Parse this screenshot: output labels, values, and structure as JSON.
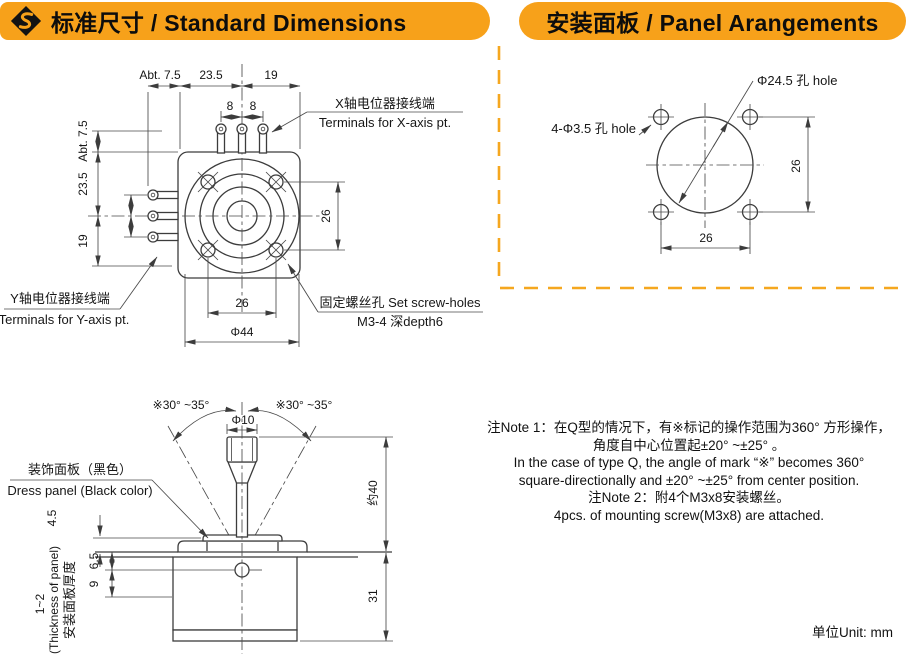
{
  "meta": {
    "accent_orange": "#F7A11A",
    "divider_orange": "#F5A71F",
    "line_color": "#3c3c3c",
    "logo_icon": "diamond-s-logo"
  },
  "header_left": {
    "title": "标准尺寸 / Standard Dimensions"
  },
  "header_right": {
    "title": "安装面板 / Panel Arangements"
  },
  "top_view": {
    "dim_abt75_top": "Abt. 7.5",
    "dim_235_top": "23.5",
    "dim_19_top": "19",
    "dim_8_left": "8",
    "dim_8_right": "8",
    "dim_abt75_side": "Abt. 7.5",
    "dim_235_side": "23.5",
    "dim_19_side": "19",
    "dim_26_right": "26",
    "dim_26_bottom": "26",
    "dim_phi44": "Φ44",
    "label_x_cn": "X轴电位器接线端",
    "label_x_en": "Terminals for X-axis pt.",
    "label_y_cn": "Y轴电位器接线端",
    "label_y_en": "Terminals for Y-axis pt.",
    "label_screw_cn": "固定螺丝孔 Set screw-holes",
    "label_screw_en": "M3-4 深depth6"
  },
  "panel_view": {
    "label_center_hole": "Φ24.5 孔 hole",
    "label_corner_holes": "4-Φ3.5 孔 hole",
    "dim_26_right": "26",
    "dim_26_bottom": "26"
  },
  "side_view": {
    "angle_left": "※30° ~35°",
    "angle_right": "※30° ~35°",
    "dim_phi10": "Φ10",
    "dim_40": "约40",
    "dim_31": "31",
    "dim_45": "4.5",
    "dim_65": "6.5",
    "dim_9": "9",
    "label_dress_cn": "装饰面板（黑色）",
    "label_dress_en": "Dress panel (Black color)",
    "label_thickness_cn": "安装面板厚度",
    "label_thickness_en": "(Thickness of panel)",
    "label_thickness_val": "1~2"
  },
  "notes": {
    "lines": [
      "注Note 1：在Q型的情况下，有※标记的操作范围为360° 方形操作，",
      "角度自中心位置起±20° ~±25° 。",
      "In the case of type Q, the angle of mark “※” becomes 360°",
      "square-directionally and ±20° ~±25° from center position.",
      "注Note 2：附4个M3x8安装螺丝。",
      "4pcs. of mounting screw(M3x8) are attached."
    ]
  },
  "footer": {
    "unit": "单位Unit: mm"
  }
}
